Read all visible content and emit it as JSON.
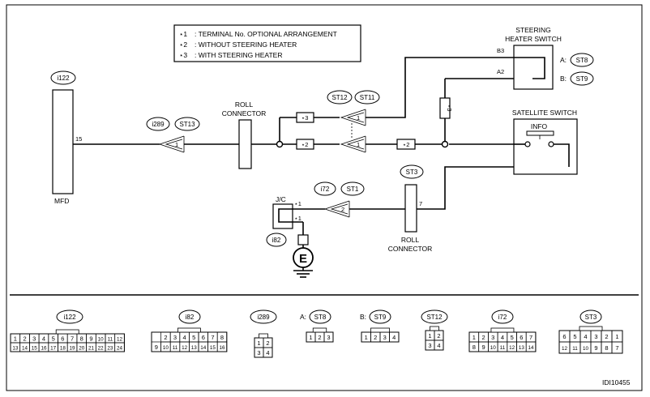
{
  "legend": [
    {
      "mark": "⋆1",
      "text": ": TERMINAL No. OPTIONAL ARRANGEMENT"
    },
    {
      "mark": "⋆2",
      "text": ": WITHOUT STEERING HEATER"
    },
    {
      "mark": "⋆3",
      "text": ": WITH STEERING HEATER"
    }
  ],
  "labels": {
    "mfd": "MFD",
    "mfd_pin": "15",
    "roll_conn_top": [
      "ROLL",
      "CONNECTOR"
    ],
    "roll_conn_bottom": [
      "ROLL",
      "CONNECTOR"
    ],
    "steering_heater_switch": [
      "STEERING",
      "HEATER SWITCH"
    ],
    "satellite_switch": "SATELLITE SWITCH",
    "info": "INFO",
    "jc": "J/C",
    "ground": "E",
    "b3": "B3",
    "a2": "A2",
    "a_label": "A:",
    "b_label": "B:",
    "pin1": "1",
    "pin2": "2",
    "pin7": "7",
    "star1": "⋆1",
    "star2": "⋆2",
    "star3": "⋆3",
    "image_id": "IDI10455"
  },
  "ovals": {
    "i122": "i122",
    "i289": "i289",
    "st13": "ST13",
    "st12": "ST12",
    "st11": "ST11",
    "st8": "ST8",
    "st9": "ST9",
    "st3": "ST3",
    "i72": "i72",
    "st1": "ST1",
    "i82": "i82"
  },
  "connectors": [
    {
      "id": "i122",
      "rows": [
        [
          "1",
          "2",
          "3",
          "4",
          "5",
          "6",
          "7",
          "8",
          "9",
          "10",
          "11",
          "12"
        ],
        [
          "13",
          "14",
          "15",
          "16",
          "17",
          "18",
          "19",
          "20",
          "21",
          "22",
          "23",
          "24"
        ]
      ]
    },
    {
      "id": "i82",
      "rows": [
        [
          "2",
          "3",
          "4",
          "5",
          "6",
          "7",
          "8"
        ],
        [
          "9",
          "10",
          "11",
          "12",
          "13",
          "14",
          "15",
          "16"
        ]
      ]
    },
    {
      "id": "i289",
      "rows": [
        [
          "1",
          "2"
        ],
        [
          "3",
          "4"
        ]
      ]
    },
    {
      "id": "ST8",
      "prefix": "A:",
      "rows": [
        [
          "1",
          "2",
          "3"
        ]
      ]
    },
    {
      "id": "ST9",
      "prefix": "B:",
      "rows": [
        [
          "1",
          "2",
          "3",
          "4"
        ]
      ]
    },
    {
      "id": "ST12",
      "rows": [
        [
          "1",
          "2"
        ],
        [
          "3",
          "4"
        ]
      ]
    },
    {
      "id": "i72",
      "rows": [
        [
          "1",
          "2",
          "3",
          "4",
          "5",
          "6",
          "7"
        ],
        [
          "8",
          "9",
          "10",
          "11",
          "12",
          "13",
          "14"
        ]
      ]
    },
    {
      "id": "ST3",
      "rows": [
        [
          "6",
          "5",
          "4",
          "3",
          "2",
          "1"
        ],
        [
          "12",
          "11",
          "10",
          "9",
          "8",
          "7"
        ]
      ]
    }
  ]
}
